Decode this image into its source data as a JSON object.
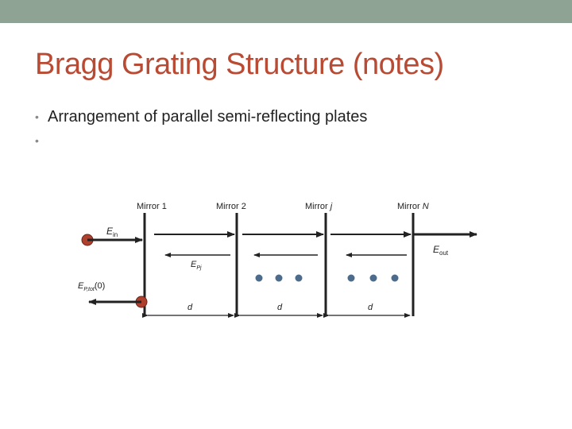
{
  "slide": {
    "title": "Bragg Grating Structure (notes)",
    "bullets": [
      "Arrangement of parallel semi-reflecting plates",
      ""
    ]
  },
  "diagram": {
    "mirrors": [
      {
        "name": "Mirror",
        "index": "1"
      },
      {
        "name": "Mirror",
        "index": "2"
      },
      {
        "name": "Mirror",
        "index": "j"
      },
      {
        "name": "Mirror",
        "index": "N"
      }
    ],
    "input_field": {
      "base": "E",
      "sub": "in"
    },
    "output_field": {
      "base": "E",
      "sub": "out"
    },
    "reflected_field": {
      "base": "E",
      "sub": "Pj"
    },
    "total_reflected": {
      "base": "E",
      "sub": "P,tot",
      "arg": "(0)"
    },
    "spacing_label": "d"
  },
  "colors": {
    "title": "#b94a33",
    "topbar": "#8fa394",
    "red_node": "#b0402e",
    "blue_dot": "#4d6b8a"
  }
}
